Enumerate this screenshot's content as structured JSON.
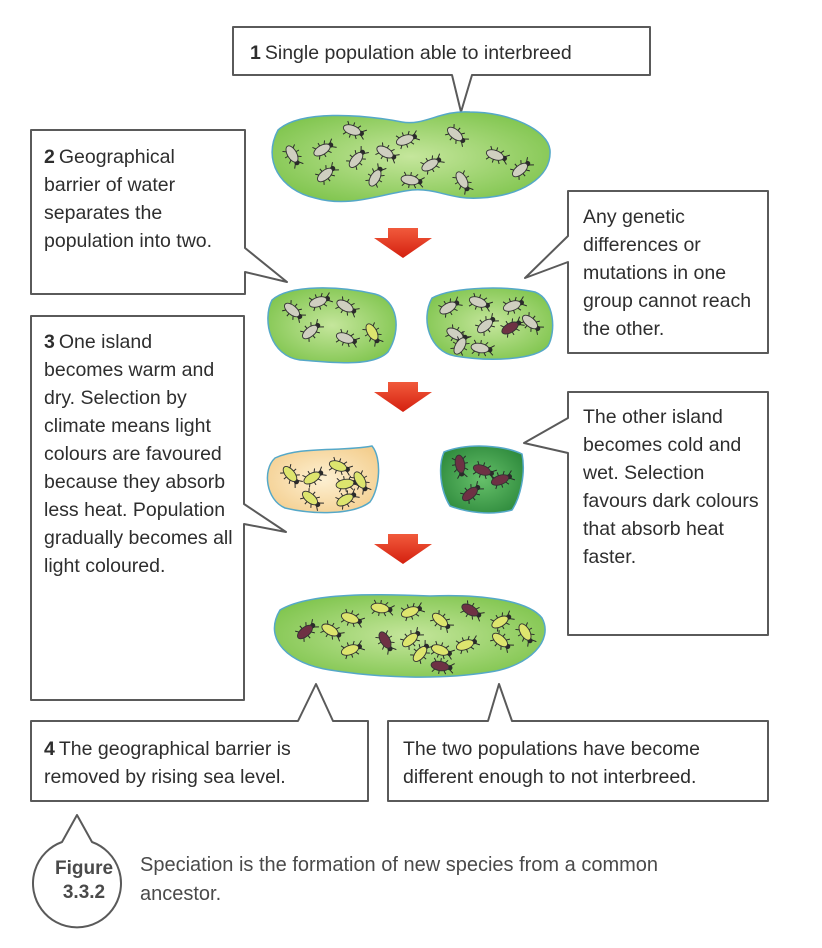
{
  "callouts": {
    "c1": {
      "number": "1",
      "text": "Single population able to interbreed"
    },
    "c2": {
      "number": "2",
      "text": "Geographical barrier of water separates the population into two."
    },
    "c2b": {
      "text": "Any genetic differences or mutations in one group cannot reach the other."
    },
    "c3": {
      "number": "3",
      "text": "One island becomes warm and dry. Selection by climate means light colours are favoured because they absorb less heat. Population gradually becomes all light coloured."
    },
    "c3b": {
      "text": "The other island becomes cold and wet. Selection favours dark colours that absorb heat faster."
    },
    "c4": {
      "number": "4",
      "text": "The geographical barrier is removed by rising sea level."
    },
    "c4b": {
      "text": "The two populations have become different enough to not interbreed."
    }
  },
  "figure": {
    "label_line1": "Figure",
    "label_line2": "3.3.2",
    "caption": "Speciation is the formation of new species from a common ancestor."
  },
  "colors": {
    "box_border": "#5a5a5a",
    "island_green": "#8dcd5a",
    "island_edge": "#55a8c8",
    "island_dry": "#f8dba6",
    "island_wet": "#3e9b48",
    "arrow_red": "#e8321f",
    "bug_grey": "#cfcfc0",
    "bug_yellow": "#dde56e",
    "bug_dark": "#6e3144"
  }
}
